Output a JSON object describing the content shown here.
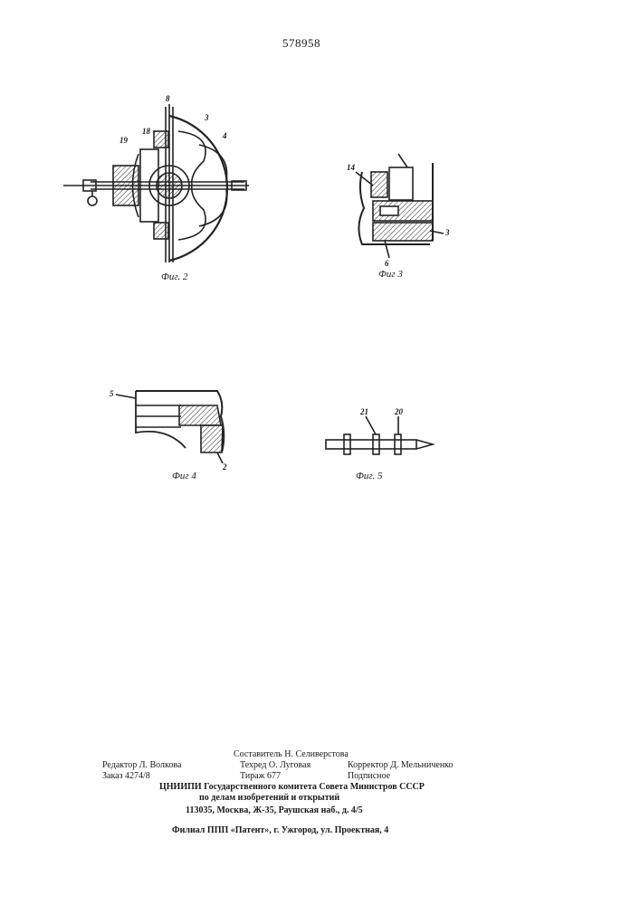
{
  "header": {
    "patent_number": "578958"
  },
  "figures": {
    "fig2": {
      "caption": "Фиг. 2",
      "refs": [
        "8",
        "3",
        "4",
        "19",
        "18"
      ]
    },
    "fig3": {
      "caption": "Фиг 3",
      "refs": [
        "14",
        "3",
        "6"
      ]
    },
    "fig4": {
      "caption": "Фиг 4",
      "refs": [
        "5",
        "2"
      ]
    },
    "fig5": {
      "caption": "Фиг. 5",
      "refs": [
        "21",
        "20"
      ]
    }
  },
  "colophon": {
    "compiler": "Составитель Н. Селиверстова",
    "editor": "Редактор Л. Волкова",
    "techred": "Техред О. Луговая",
    "corrector": "Корректор  Д. Мельниченко",
    "order": "Заказ 4274/8",
    "circulation": "Тираж 677",
    "subscription": "Подписное",
    "org_line1": "ЦНИИПИ Государственного комитета Совета Министров СССР",
    "org_line2": "по делам изобретений и открытий",
    "address": "113035, Москва, Ж-35, Раушская наб., д. 4/5",
    "branch": "Филиал ППП «Патент», г. Ужгород, ул. Проектная, 4"
  }
}
